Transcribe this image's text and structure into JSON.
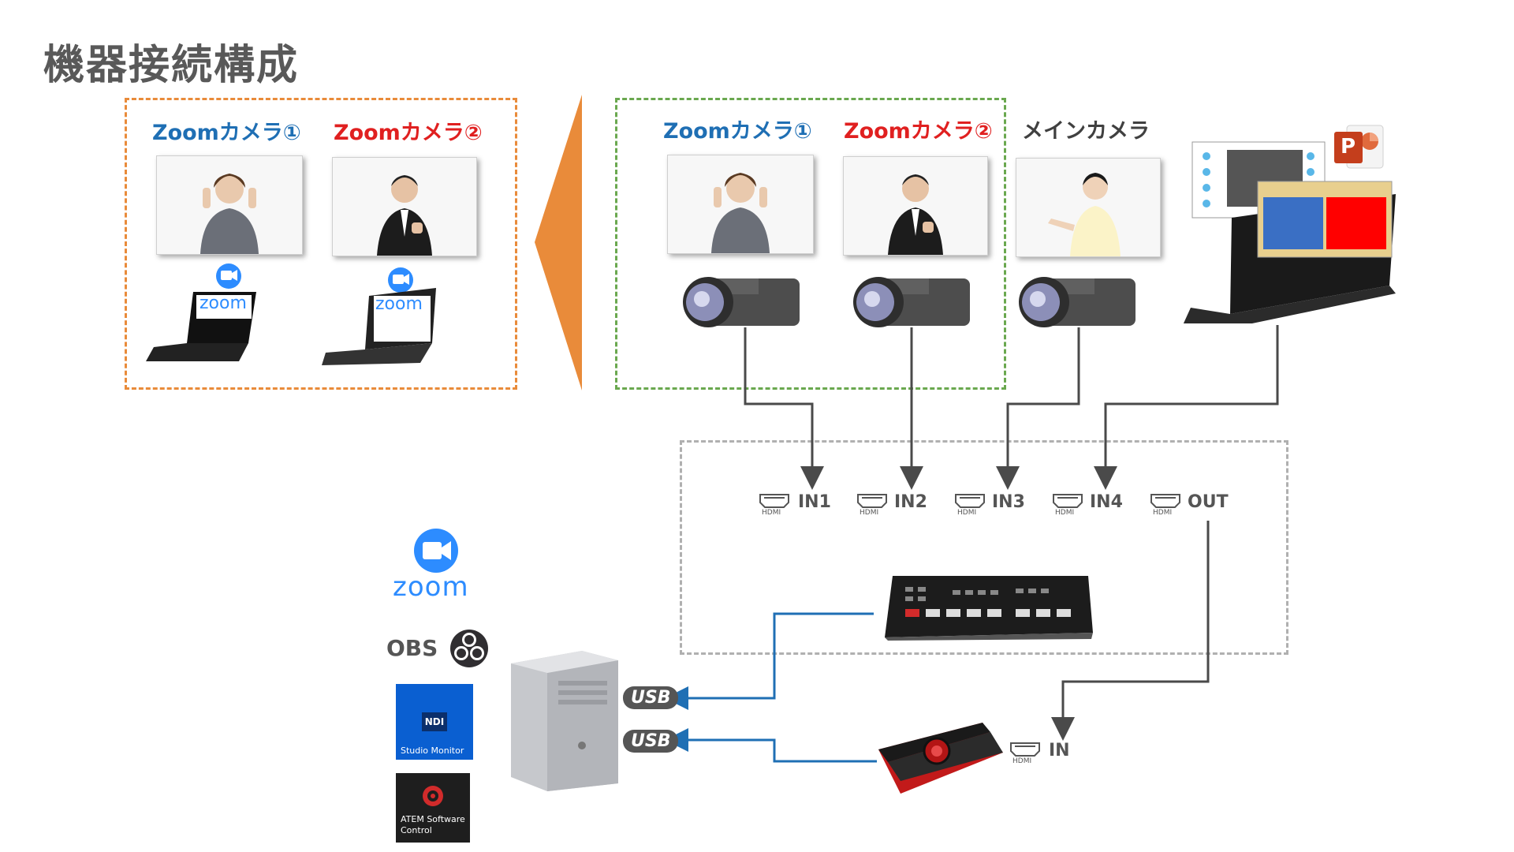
{
  "title": "機器接続構成",
  "left_group": {
    "cam1_label": "Zoomカメラ①",
    "cam2_label": "Zoomカメラ②",
    "zoom_word": "zoom"
  },
  "right_group": {
    "cam1_label": "Zoomカメラ①",
    "cam2_label": "Zoomカメラ②",
    "cam3_label": "メインカメラ"
  },
  "slide_icon_letter": "P",
  "switcher_ports": [
    "IN1",
    "IN2",
    "IN3",
    "IN4",
    "OUT"
  ],
  "hdmi_text": "HDMI",
  "capture_port": "IN",
  "usb_label": "USB",
  "apps": {
    "zoom": "zoom",
    "obs": "OBS",
    "ndi_logo": "NDI",
    "ndi": "Studio Monitor",
    "atem": "ATEM Software Control"
  },
  "colors": {
    "orange": "#e98b3a",
    "green": "#6aa84f",
    "switcher_box": "#b0b0b0",
    "cable": "#4a4a4a",
    "usb_cable": "#1f6fb4",
    "zoom_blue": "#2d8cff"
  }
}
